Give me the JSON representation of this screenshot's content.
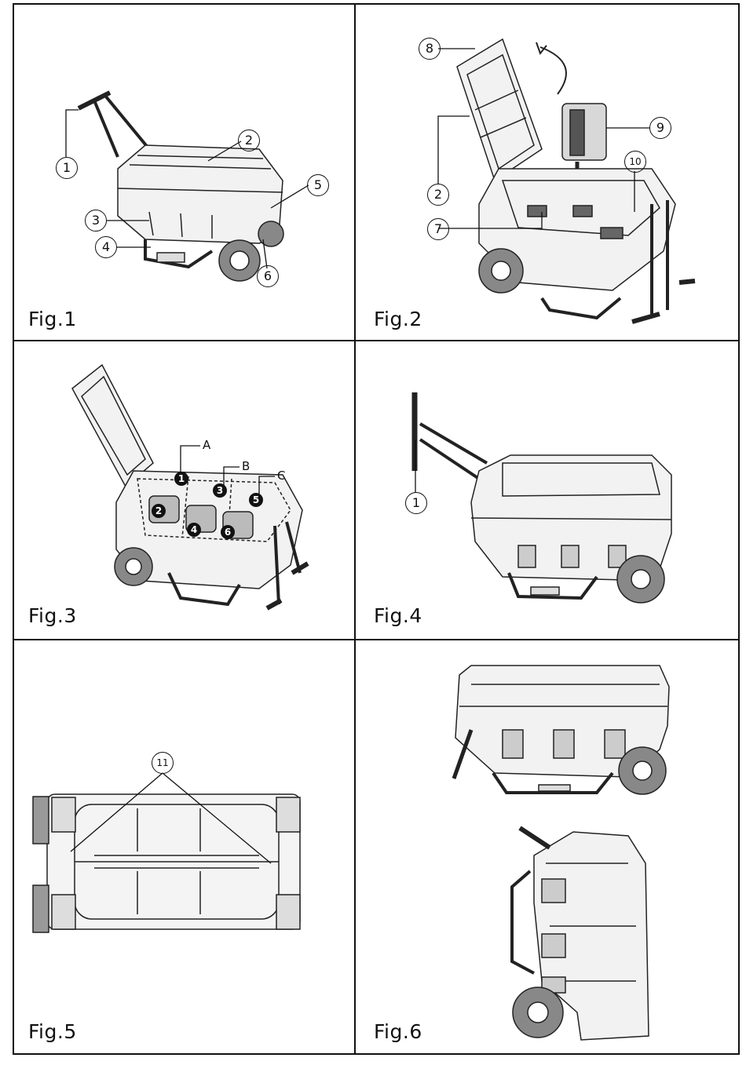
{
  "figures": [
    {
      "label": "Fig.1",
      "callouts": [
        "1",
        "2",
        "3",
        "4",
        "5",
        "6"
      ]
    },
    {
      "label": "Fig.2",
      "callouts": [
        "2",
        "7",
        "8",
        "9",
        "10"
      ]
    },
    {
      "label": "Fig.3",
      "callouts": [
        "A",
        "B",
        "C"
      ],
      "slot_numbers": [
        "1",
        "2",
        "3",
        "4",
        "5",
        "6"
      ]
    },
    {
      "label": "Fig.4",
      "callouts": [
        "1"
      ]
    },
    {
      "label": "Fig.5",
      "callouts": [
        "11"
      ]
    },
    {
      "label": "Fig.6",
      "callouts": []
    }
  ]
}
